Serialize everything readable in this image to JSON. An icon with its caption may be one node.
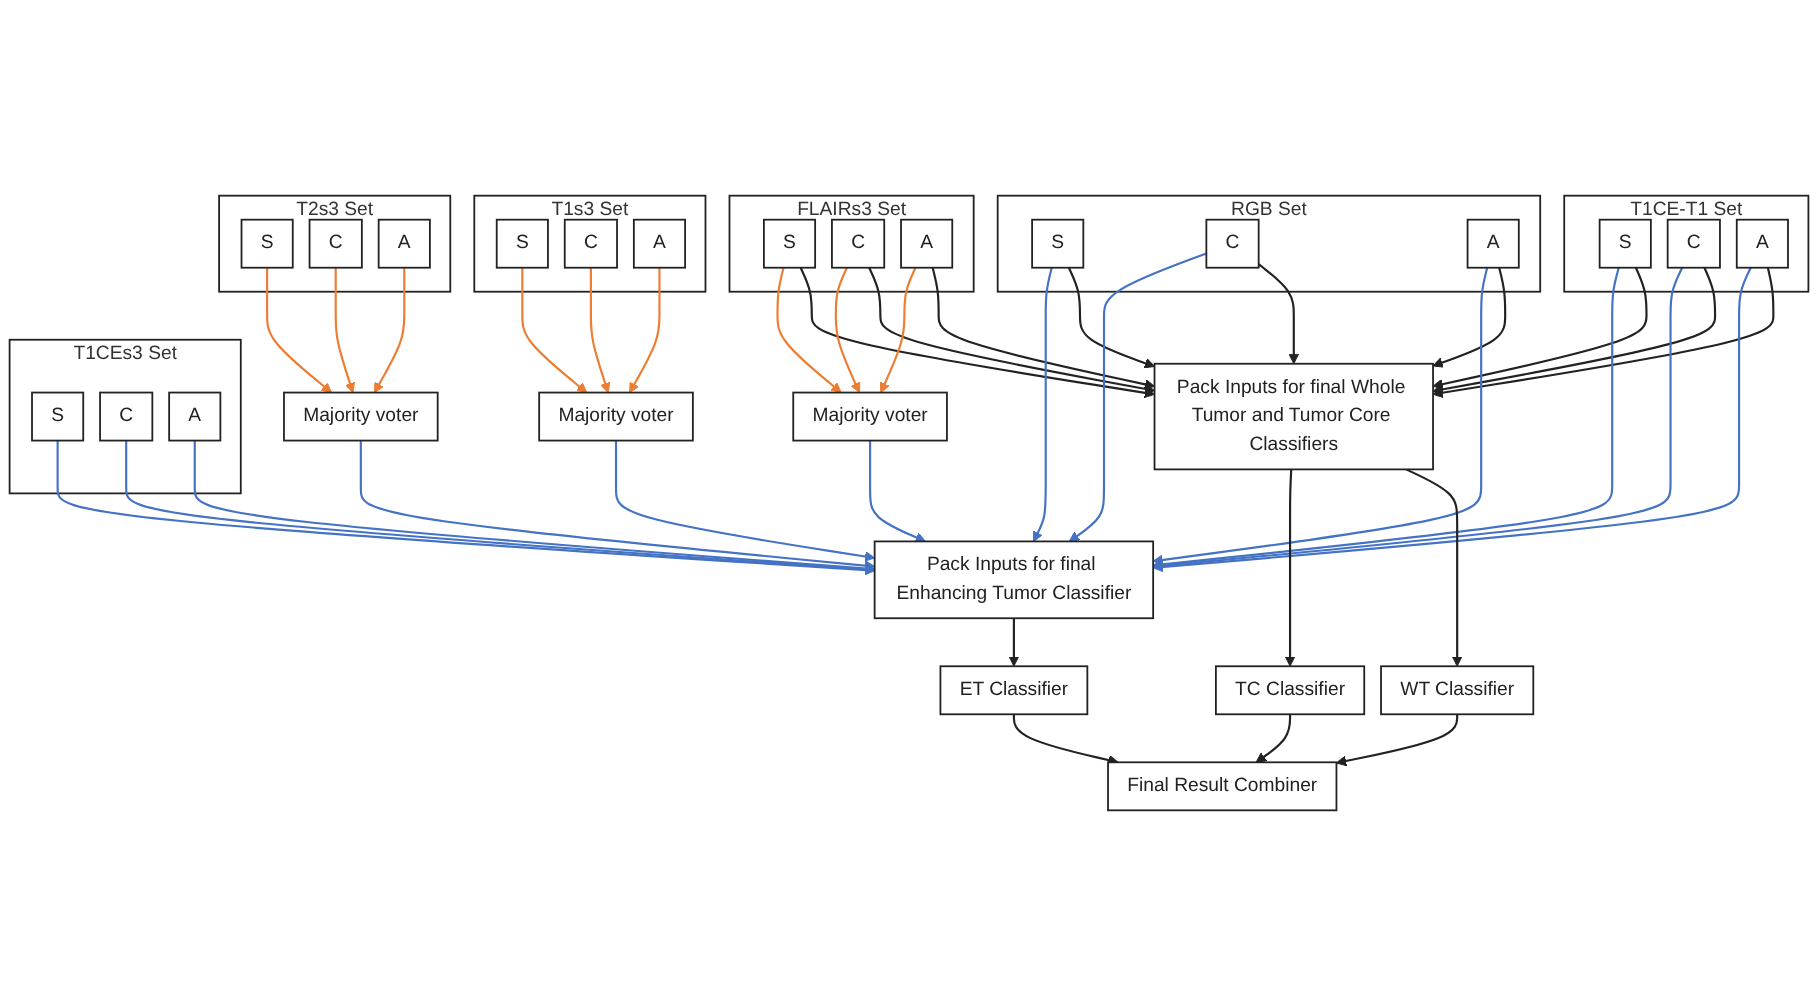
{
  "diagram": {
    "nodes": [
      {
        "text": [
          "RGB Set"
        ]
      },
      {
        "text": [
          "S"
        ],
        "in": 0
      },
      {
        "text": [
          "C"
        ],
        "in": 0
      },
      {
        "text": [
          "A"
        ],
        "in": 0
      },
      {
        "text": [
          "T1CE-T1 Set"
        ]
      },
      {
        "text": [
          "S"
        ],
        "in": 4
      },
      {
        "text": [
          "C"
        ],
        "in": 4
      },
      {
        "text": [
          "A"
        ],
        "in": 4
      },
      {
        "text": [
          "FLAIRs3 Set"
        ]
      },
      {
        "text": [
          "S"
        ],
        "in": 8
      },
      {
        "text": [
          "C"
        ],
        "in": 8
      },
      {
        "text": [
          "A"
        ],
        "in": 8
      },
      {
        "text": [
          "T1s3 Set"
        ]
      },
      {
        "text": [
          "S"
        ],
        "in": 12
      },
      {
        "text": [
          "C"
        ],
        "in": 12
      },
      {
        "text": [
          "A"
        ],
        "in": 12
      },
      {
        "text": [
          "T2s3 Set"
        ]
      },
      {
        "text": [
          "S"
        ],
        "in": 16
      },
      {
        "text": [
          "C"
        ],
        "in": 16
      },
      {
        "text": [
          "A"
        ],
        "in": 16
      },
      {
        "text": [
          "T1CEs3 Set"
        ]
      },
      {
        "text": [
          "S"
        ],
        "in": 20
      },
      {
        "text": [
          "C"
        ],
        "in": 20
      },
      {
        "text": [
          "A"
        ],
        "in": 20
      },
      {
        "text": [
          "Pack Inputs for final Whole Tumor and Tumor Core Classifiers"
        ]
      },
      {
        "text": [
          "Majority voter"
        ]
      },
      {
        "text": [
          "Majority voter"
        ]
      },
      {
        "text": [
          "Majority voter"
        ]
      },
      {
        "text": [
          "Pack Inputs for final Enhancing Tumor Classifier"
        ]
      },
      {
        "text": [
          "WT Classifier"
        ]
      },
      {
        "text": [
          "TC Classifier"
        ]
      },
      {
        "text": [
          "ET Classifier"
        ]
      },
      {
        "text": [
          "Final Result Combiner"
        ]
      }
    ],
    "edges": [
      {
        "from": 1,
        "to": 24,
        "arrow": "to"
      },
      {
        "from": 2,
        "to": 24,
        "arrow": "to"
      },
      {
        "from": 3,
        "to": 24,
        "arrow": "to"
      },
      {
        "from": 5,
        "to": 24,
        "arrow": "to"
      },
      {
        "from": 6,
        "to": 24,
        "arrow": "to"
      },
      {
        "from": 7,
        "to": 24,
        "arrow": "to"
      },
      {
        "from": 9,
        "to": 24,
        "arrow": "to"
      },
      {
        "from": 10,
        "to": 24,
        "arrow": "to"
      },
      {
        "from": 11,
        "to": 24,
        "arrow": "to"
      },
      {
        "from": 5,
        "to": 28,
        "arrow": "to",
        "color": "#4472c4"
      },
      {
        "from": 6,
        "to": 28,
        "arrow": "to",
        "color": "#4472c4"
      },
      {
        "from": 7,
        "to": 28,
        "arrow": "to",
        "color": "#4472c4"
      },
      {
        "from": 1,
        "to": 28,
        "arrow": "to",
        "color": "#4472c4"
      },
      {
        "from": 2,
        "to": 28,
        "arrow": "to",
        "color": "#4472c4"
      },
      {
        "from": 3,
        "to": 28,
        "arrow": "to",
        "color": "#4472c4"
      },
      {
        "from": 9,
        "to": 25,
        "arrow": "to",
        "color": "#ed7d31"
      },
      {
        "from": 10,
        "to": 25,
        "arrow": "to",
        "color": "#ed7d31"
      },
      {
        "from": 11,
        "to": 25,
        "arrow": "to",
        "color": "#ed7d31"
      },
      {
        "from": 13,
        "to": 26,
        "arrow": "to",
        "color": "#ed7d31"
      },
      {
        "from": 14,
        "to": 26,
        "arrow": "to",
        "color": "#ed7d31"
      },
      {
        "from": 15,
        "to": 26,
        "arrow": "to",
        "color": "#ed7d31"
      },
      {
        "from": 17,
        "to": 27,
        "arrow": "to",
        "color": "#ed7d31"
      },
      {
        "from": 18,
        "to": 27,
        "arrow": "to",
        "color": "#ed7d31"
      },
      {
        "from": 19,
        "to": 27,
        "arrow": "to",
        "color": "#ed7d31"
      },
      {
        "from": 25,
        "to": 28,
        "arrow": "to",
        "color": "#4472c4"
      },
      {
        "from": 26,
        "to": 28,
        "arrow": "to",
        "color": "#4472c4"
      },
      {
        "from": 27,
        "to": 28,
        "arrow": "to",
        "color": "#4472c4"
      },
      {
        "from": 21,
        "to": 28,
        "arrow": "to",
        "color": "#4472c4"
      },
      {
        "from": 22,
        "to": 28,
        "arrow": "to",
        "color": "#4472c4"
      },
      {
        "from": 23,
        "to": 28,
        "arrow": "to",
        "color": "#4472c4"
      },
      {
        "from": 24,
        "to": 29,
        "arrow": "to"
      },
      {
        "from": 24,
        "to": 30,
        "arrow": "to"
      },
      {
        "from": 28,
        "to": 31,
        "arrow": "to"
      },
      {
        "from": 29,
        "to": 32,
        "arrow": "to"
      },
      {
        "from": 30,
        "to": 32,
        "arrow": "to"
      },
      {
        "from": 31,
        "to": 32,
        "arrow": "to"
      }
    ]
  }
}
